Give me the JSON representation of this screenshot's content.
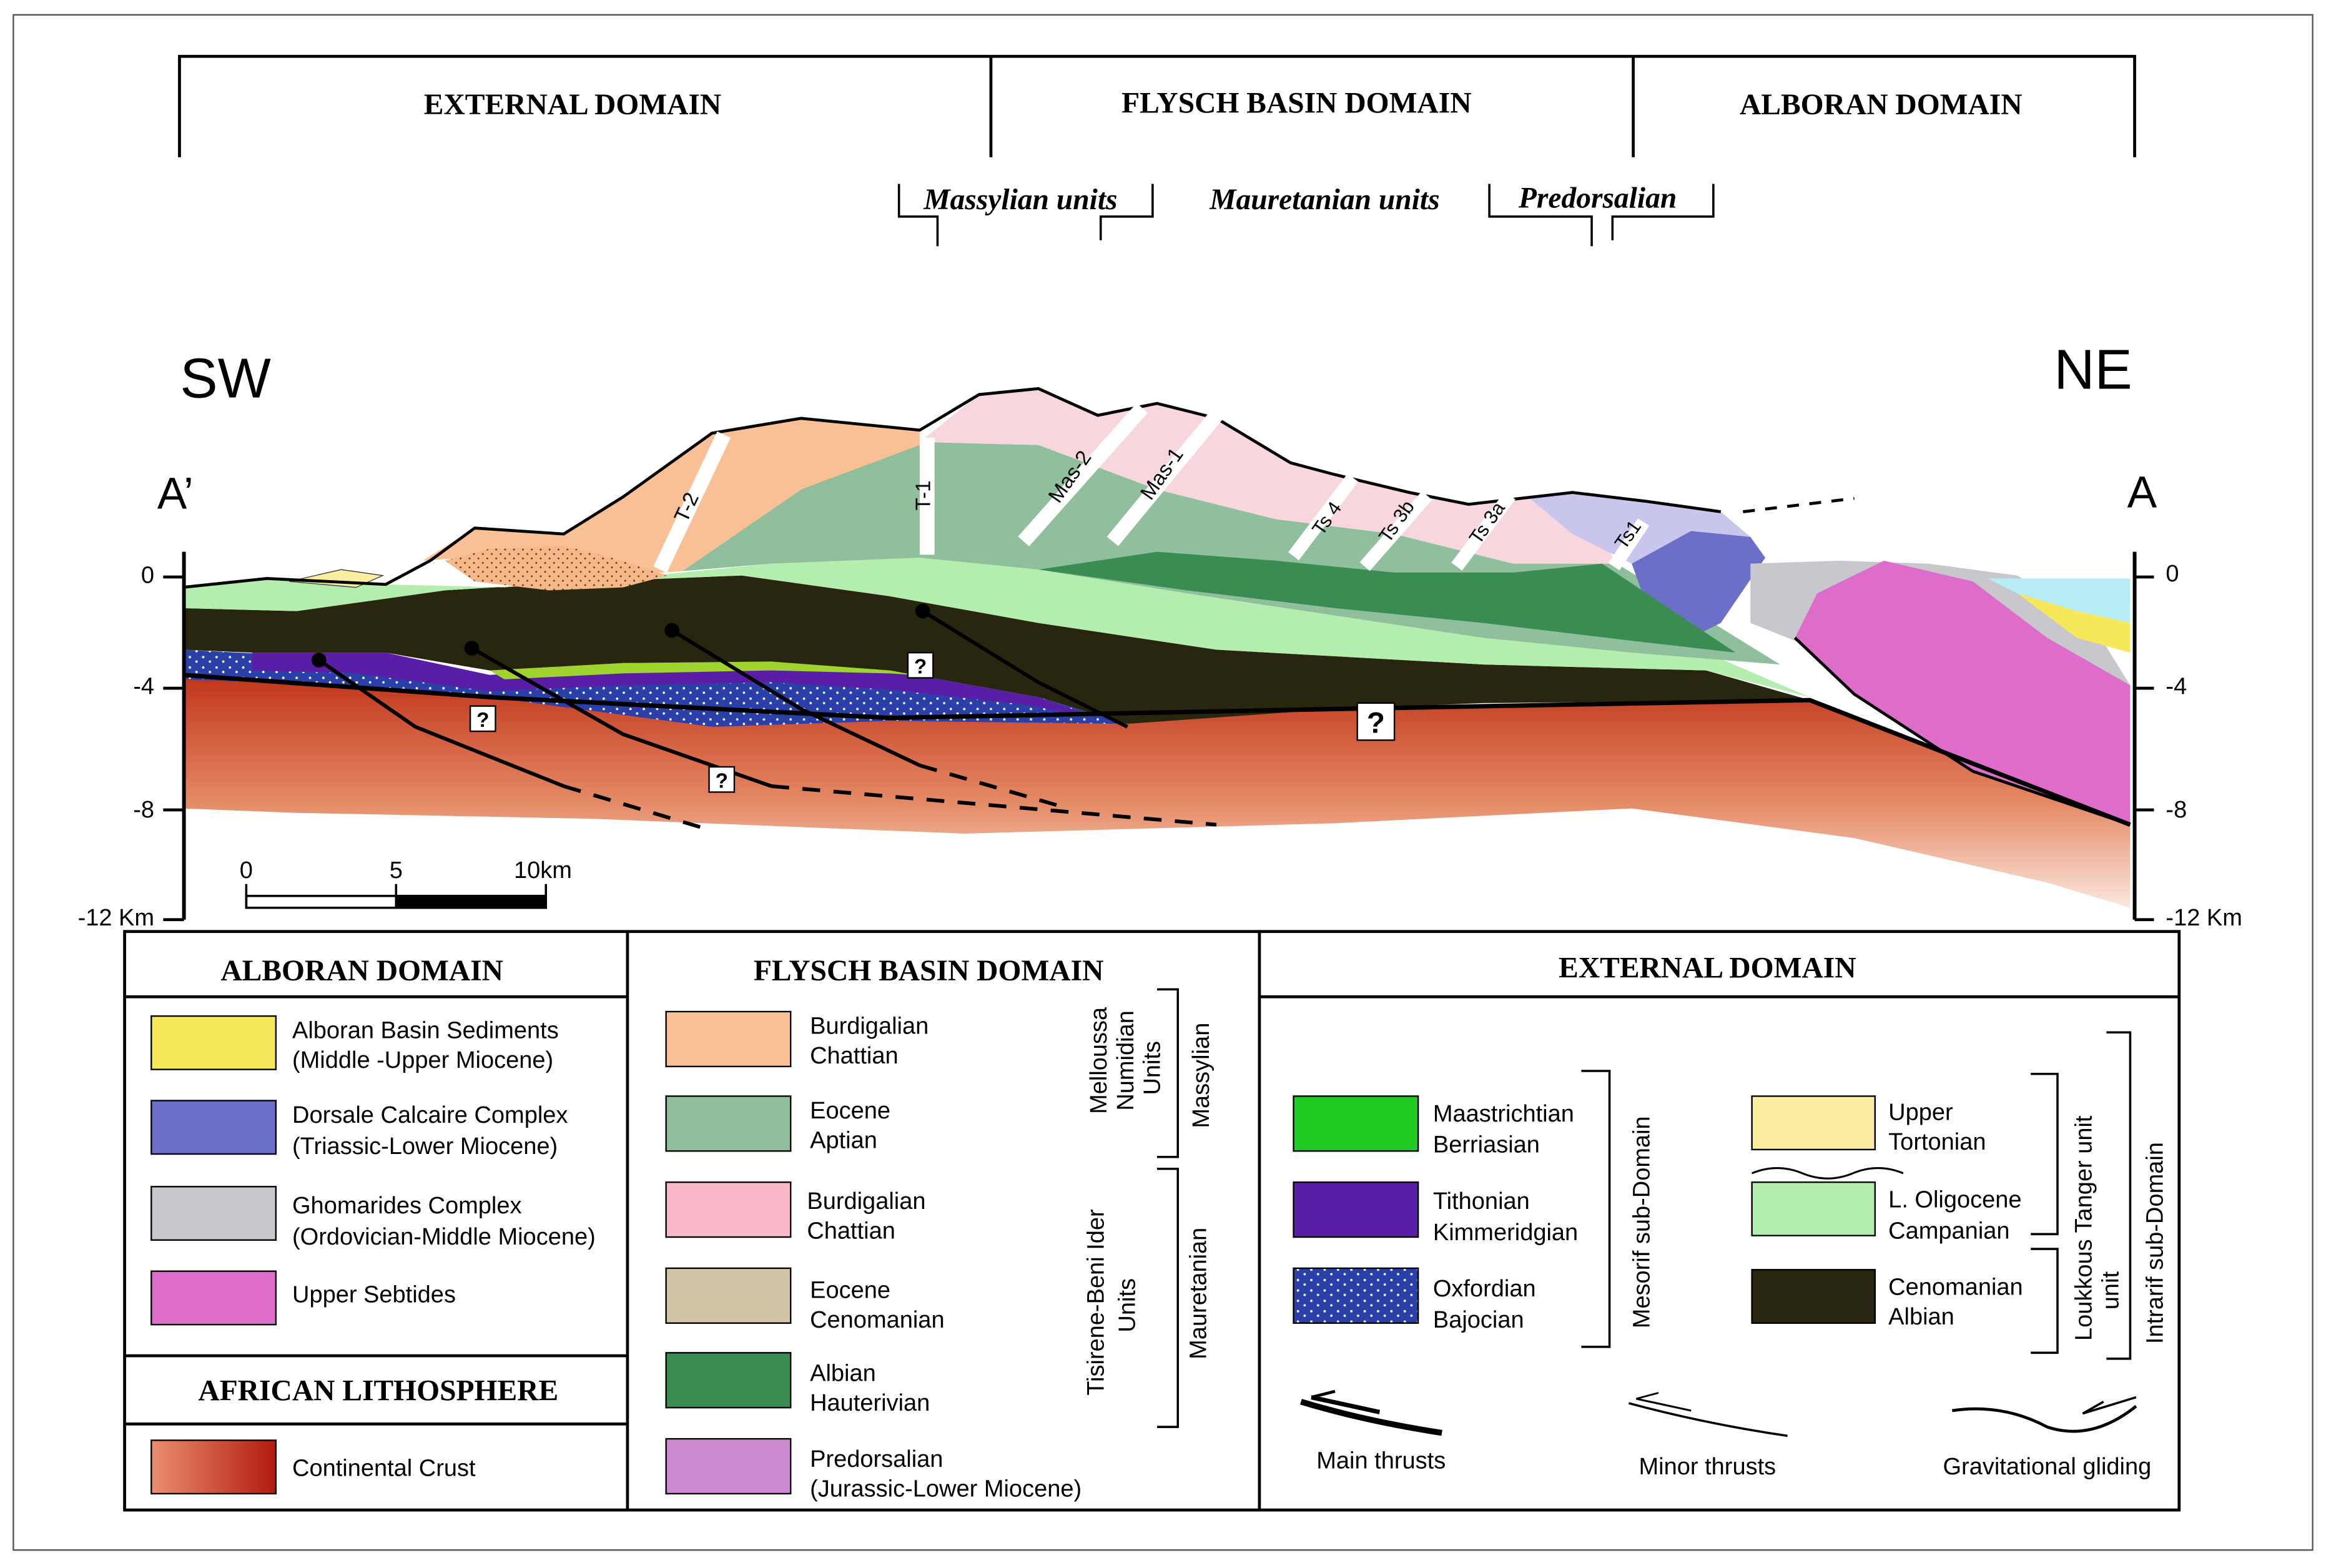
{
  "header": {
    "domains": [
      "EXTERNAL DOMAIN",
      "FLYSCH BASIN DOMAIN",
      "ALBORAN DOMAIN"
    ],
    "units": [
      "Massylian units",
      "Mauretanian units",
      "Predorsalian"
    ]
  },
  "section": {
    "sw": "SW",
    "ne": "NE",
    "a_prime": "A’",
    "a": "A",
    "depth_left": [
      "0",
      "-4",
      "-8",
      "-12 Km"
    ],
    "depth_right": [
      "0",
      "-4",
      "-8",
      "-12 Km"
    ],
    "scale": [
      "0",
      "5",
      "10km"
    ],
    "wells": [
      "T-2",
      "T-1",
      "Mas-2",
      "Mas-1",
      "Ts 4",
      "Ts 3b",
      "Ts 3a",
      "Ts1"
    ],
    "unknown": "?"
  },
  "legend": {
    "alboran": {
      "title": "ALBORAN DOMAIN",
      "items": [
        {
          "l1": "Alboran Basin Sediments",
          "l2": "(Middle -Upper Miocene)",
          "color": "#f7e85a"
        },
        {
          "l1": "Dorsale Calcaire Complex",
          "l2": "(Triassic-Lower Miocene)",
          "color": "#6b6fc8"
        },
        {
          "l1": "Ghomarides Complex",
          "l2": "(Ordovician-Middle Miocene)",
          "color": "#c8c8cc"
        },
        {
          "l1": "Upper Sebtides",
          "l2": "",
          "color": "#dd6ccb"
        }
      ]
    },
    "african": {
      "title": "AFRICAN LITHOSPHERE",
      "item": "Continental Crust"
    },
    "flysch": {
      "title": "FLYSCH BASIN DOMAIN",
      "items": [
        {
          "l1": "Burdigalian",
          "l2": "Chattian",
          "color": "#f9bf95"
        },
        {
          "l1": "Eocene",
          "l2": "Aptian",
          "color": "#8fbf9c"
        },
        {
          "l1": "Burdigalian",
          "l2": "Chattian",
          "color": "#f8b8c8"
        },
        {
          "l1": "Eocene",
          "l2": "Cenomanian",
          "color": "#d1c4a6"
        },
        {
          "l1": "Albian",
          "l2": "Hauterivian",
          "color": "#3a8c52"
        },
        {
          "l1": "Predorsalian",
          "l2": "(Jurassic-Lower Miocene)",
          "color": "#cc8ad0"
        }
      ],
      "brackets": {
        "melloussa": [
          "Melloussa",
          "Numidian",
          "Units"
        ],
        "massylian": "Massylian",
        "tisirene": [
          "Tisirene-Beni Ider",
          "Units"
        ],
        "mauretanian": "Mauretanian"
      }
    },
    "external": {
      "title": "EXTERNAL DOMAIN",
      "left_items": [
        {
          "l1": "Maastrichtian",
          "l2": "Berriasian",
          "color": "#1fcc1f"
        },
        {
          "l1": "Tithonian",
          "l2": "Kimmeridgian",
          "color": "#5a1ea6"
        },
        {
          "l1": "Oxfordian",
          "l2": "Bajocian",
          "color": "#2a3fa8"
        }
      ],
      "right_items": [
        {
          "l1": "Upper",
          "l2": "Tortonian",
          "color": "#fbeea0"
        },
        {
          "l1": "L. Oligocene",
          "l2": "Campanian",
          "color": "#b4eeae"
        },
        {
          "l1": "Cenomanian",
          "l2": "Albian",
          "color": "#28260e"
        }
      ],
      "mesorif": "Mesorif sub-Domain",
      "loukkous": [
        "Loukkous Tanger unit",
        "unit"
      ],
      "intrarif": "Intrarif sub-Domain",
      "symbols": [
        "Main thrusts",
        "Minor thrusts",
        "Gravitational gliding"
      ]
    }
  }
}
